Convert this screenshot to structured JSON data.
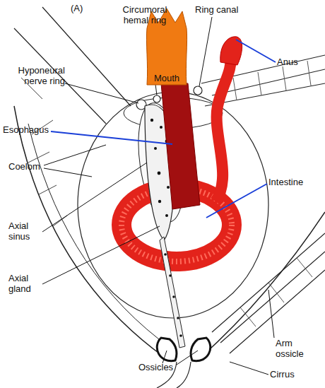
{
  "diagram": {
    "nodes": [
      {
        "text": [
          "Mouth"
        ]
      }
    ],
    "labels": [
      "(A)",
      "Circumoral hemal ring",
      "Ring canal",
      "Hyponeural nerve ring",
      "Anus",
      "Esophagus",
      "Coelom",
      "Intestine",
      "Axial sinus",
      "Axial gland",
      "Ossicles",
      "Arm ossicle",
      "Cirrus"
    ]
  }
}
